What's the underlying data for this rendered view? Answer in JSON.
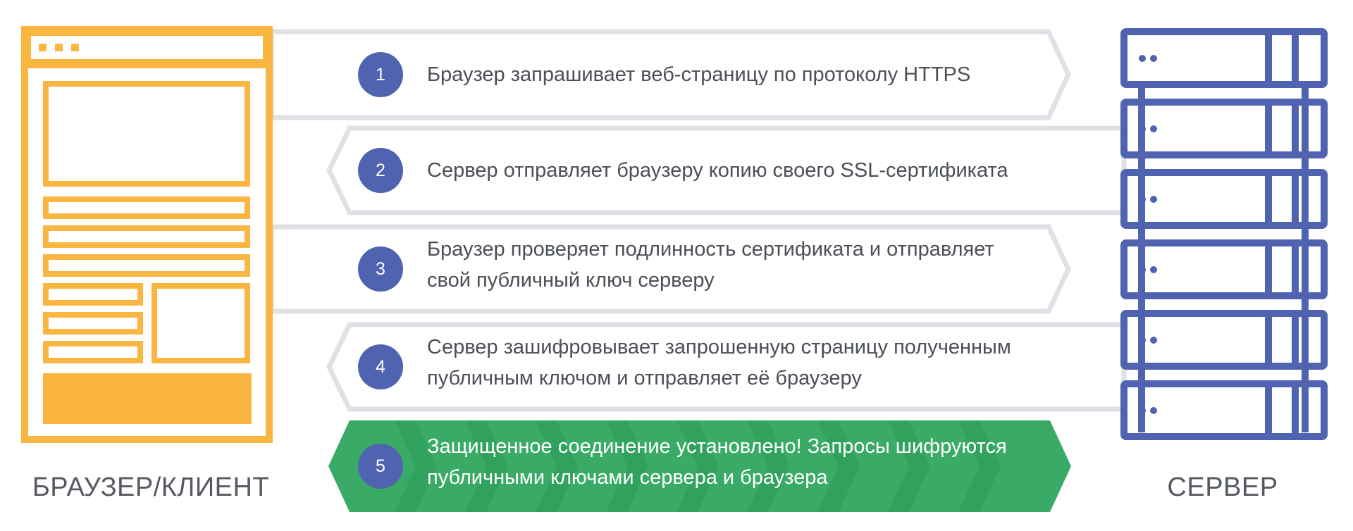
{
  "client": {
    "label": "БРАУЗЕР/КЛИЕНТ"
  },
  "server": {
    "label": "СЕРВЕР"
  },
  "steps": [
    {
      "number": "1",
      "lines": [
        "Браузер запрашивает веб-страницу по протоколу HTTPS"
      ],
      "direction": "to-server"
    },
    {
      "number": "2",
      "lines": [
        "Сервер отправляет браузеру копию своего SSL-сертификата"
      ],
      "direction": "to-client"
    },
    {
      "number": "3",
      "lines": [
        "Браузер проверяет подлинность сертификата и отправляет",
        "свой публичный ключ серверу"
      ],
      "direction": "to-server"
    },
    {
      "number": "4",
      "lines": [
        "Сервер зашифровывает запрошенную страницу полученным",
        "публичным ключом и отправляет её браузеру"
      ],
      "direction": "to-client"
    },
    {
      "number": "5",
      "lines": [
        "Защищенное соединение установлено! Запросы шифруются",
        "публичными ключами сервера и браузера"
      ],
      "direction": "both"
    }
  ],
  "colors": {
    "client": "#fbb642",
    "server": "#4f63b0",
    "arrow_outline": "#dfe1e6",
    "badge": "#4f63b0",
    "secure_green": "#3aab66",
    "secure_green_dark": "#2f9a58"
  }
}
